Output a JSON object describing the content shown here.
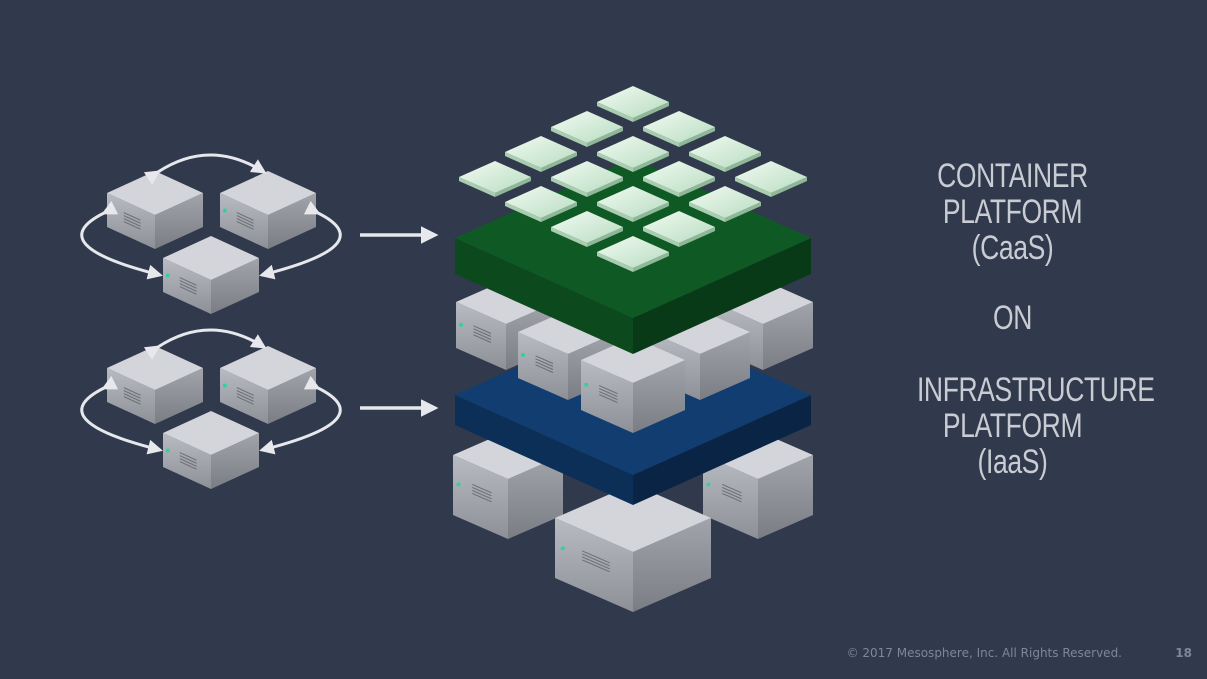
{
  "labels": {
    "container": [
      "CONTAINER",
      "PLATFORM",
      "(CaaS)"
    ],
    "connector": "ON",
    "infrastructure": [
      "INFRASTRUCTURE",
      "PLATFORM",
      "(IaaS)"
    ]
  },
  "footer": {
    "copyright": "© 2017 Mesosphere, Inc. All Rights Reserved.",
    "page_number": "18"
  },
  "colors": {
    "background": "#31394c",
    "container_layer": "#0f5a24",
    "infrastructure_layer": "#123d70",
    "server": "#c3c5cb",
    "tile": "#d9f0dc",
    "arrow": "#e6e8ec",
    "led": "#2fd39a"
  },
  "icons": {
    "server_cluster_top": "server-cluster-icon",
    "server_cluster_bottom": "server-cluster-icon",
    "arrow": "right-arrow-icon"
  }
}
